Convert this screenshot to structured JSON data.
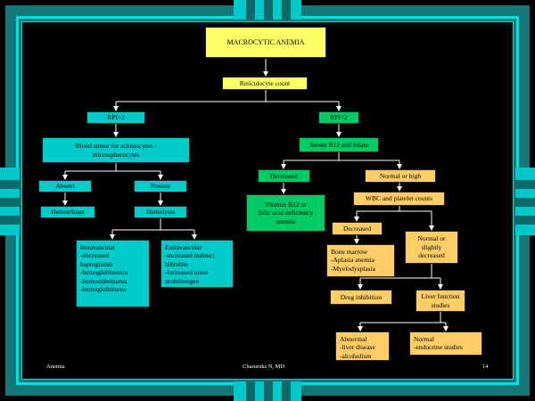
{
  "diagram": {
    "title": "MACROCYTIC ANEMIA",
    "reticulocyte": "Reticulocyte count",
    "rpi_high": "RPI>2",
    "rpi_low": "RPI<2",
    "smear": "Blood smear for schistocytes /\nmicrospherocytes",
    "absent": "Absent",
    "present": "Present",
    "hemorrhage": "Hemorrhage",
    "hemolysis": "Hemolysis",
    "intravascular": "Intravascular\n-decreased\n haptoglobin\n-hemoglobinemia\n-hemosiderinurea\n-hemoglobinurea",
    "extravascular": "Extravascular\n-increased indirect\n bilirubin\n-increased urine\n urobilinogen",
    "b12_folate": "Serum B12 and folate",
    "decreased": "Decreased",
    "normal_high": "Normal or high",
    "vit_def": "Vitamin B12 or\nfolic acid deficiency\nanemia",
    "wbc_plt": "WBC and platelet counts",
    "decreased2": "Decreased",
    "normal_slight": "Normal or\nslightly\ndecreased",
    "marrow": "Bone marrow\n-Aplasia anemia\n-Myelodysplasia",
    "drug": "Drug inhibition",
    "liver": "Liver function\nstudies",
    "abnormal": "Abnormal\n-liver disease\n-alcoholism",
    "normal_endo": "Normal\n-endocrine studies"
  },
  "footer": {
    "left": "Anemia",
    "center": "Charuruks N, MD",
    "page": "14"
  },
  "colors": {
    "frame_teal": "#1a8c8c",
    "cyan_accent": "#00e0e0",
    "yellow": "#ffff66",
    "cyan_box": "#00cccc",
    "green_box": "#00cc66",
    "orange_box": "#ffcc66"
  }
}
